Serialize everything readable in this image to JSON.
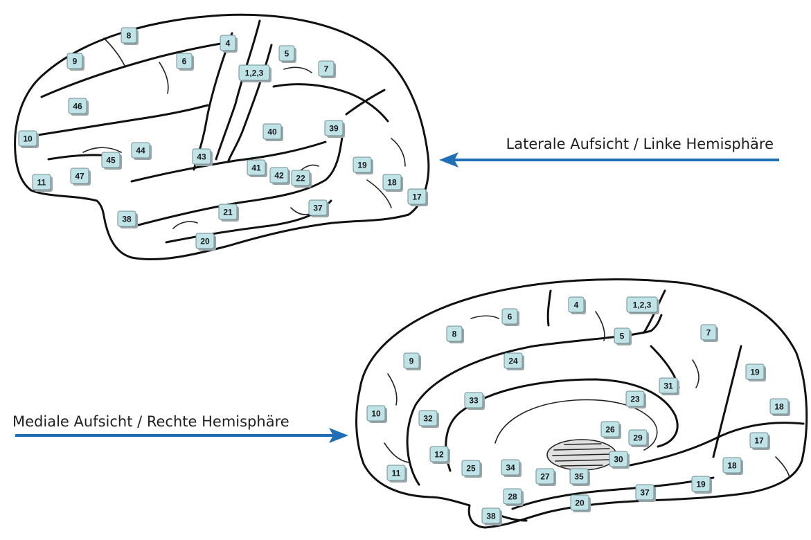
{
  "lateral": {
    "caption": "Laterale Aufsicht  / Linke Hemisphäre",
    "areas": [
      "8",
      "9",
      "6",
      "4",
      "5",
      "1,2,3",
      "7",
      "46",
      "10",
      "45",
      "44",
      "43",
      "40",
      "39",
      "47",
      "11",
      "41",
      "42",
      "22",
      "19",
      "18",
      "17",
      "38",
      "21",
      "37",
      "20"
    ]
  },
  "medial": {
    "caption": "Mediale Aufsicht  / Rechte Hemisphäre",
    "areas": [
      "4",
      "1,2,3",
      "6",
      "8",
      "5",
      "7",
      "9",
      "24",
      "19",
      "31",
      "33",
      "23",
      "10",
      "32",
      "18",
      "26",
      "29",
      "17",
      "12",
      "30",
      "25",
      "34",
      "27",
      "35",
      "18",
      "11",
      "28",
      "37",
      "19",
      "20",
      "38"
    ]
  },
  "colors": {
    "label_fill": "#bfe3e6",
    "arrow": "#1f6fb8",
    "outline": "#111111"
  }
}
